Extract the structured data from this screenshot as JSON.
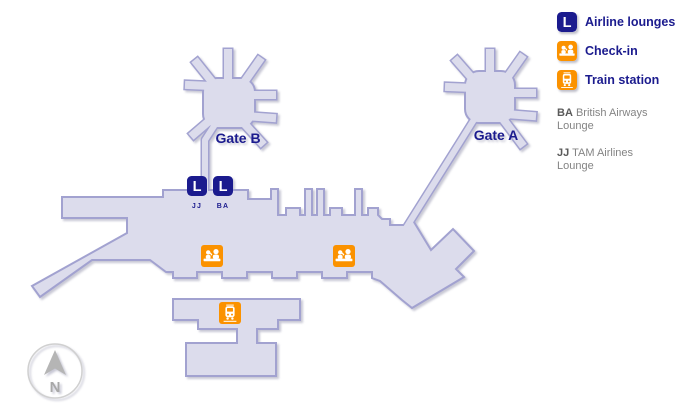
{
  "map": {
    "gate_b_label": "Gate B",
    "gate_a_label": "Gate A",
    "lounge_markers": [
      {
        "code": "JJ"
      },
      {
        "code": "BA"
      }
    ],
    "compass_label": "N"
  },
  "legend": {
    "items": [
      {
        "icon": "lounge-icon",
        "label": "Airline lounges"
      },
      {
        "icon": "checkin-icon",
        "label": "Check-in"
      },
      {
        "icon": "train-icon",
        "label": "Train station"
      }
    ],
    "notes": [
      {
        "code": "BA",
        "text": "British Airways Lounge"
      },
      {
        "code": "JJ",
        "text": "TAM Airlines Lounge"
      }
    ]
  },
  "colors": {
    "terminal_fill": "#dcdcec",
    "terminal_border": "#a2a2d0",
    "navy": "#1b1b8e",
    "orange": "#fb9200",
    "note_gray": "#848484"
  }
}
